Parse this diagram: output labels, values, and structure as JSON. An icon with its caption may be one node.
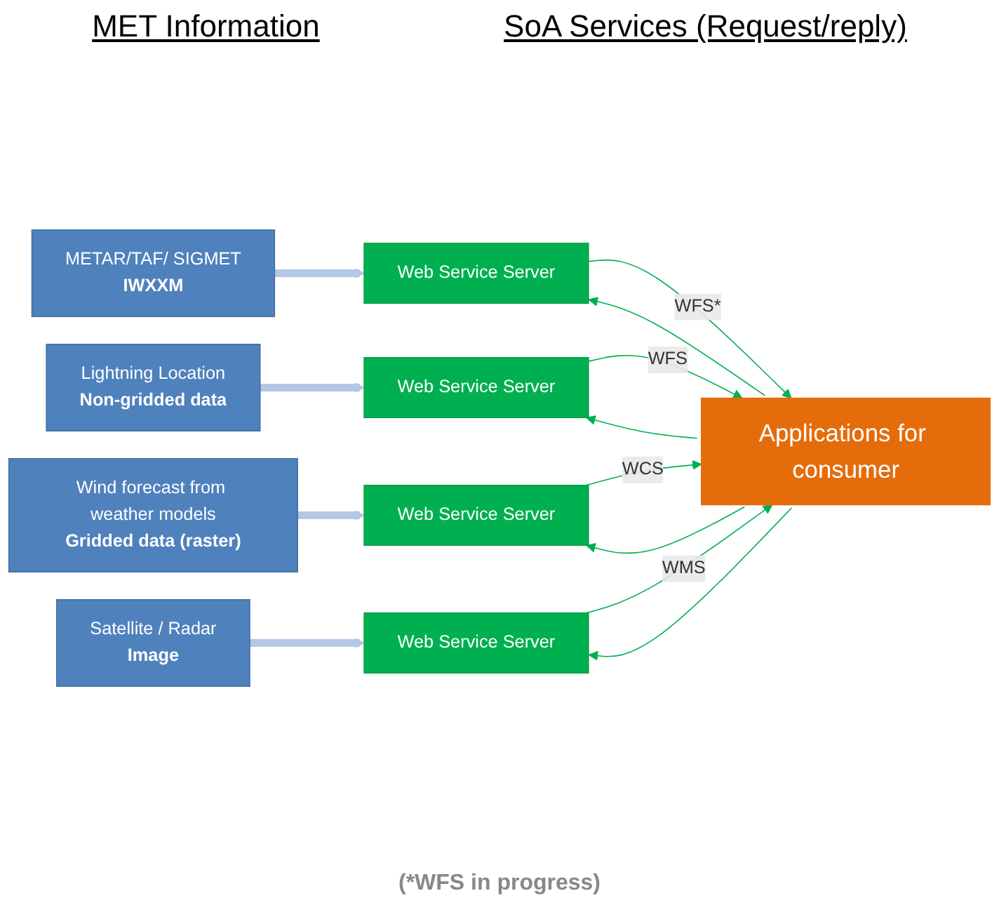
{
  "diagram": {
    "nodes": [
      {
        "text": [
          "METAR/TAF/ SIGMET",
          "IWXXM"
        ]
      },
      {
        "text": [
          "Web Service Server"
        ]
      },
      {
        "text": [
          "Lightning Location",
          "Non-gridded data"
        ]
      },
      {
        "text": [
          "Web Service Server"
        ]
      },
      {
        "text": [
          "Wind forecast from weather models",
          "Gridded data (raster)"
        ]
      },
      {
        "text": [
          "Web Service Server"
        ]
      },
      {
        "text": [
          "Satellite / Radar",
          "Image"
        ]
      },
      {
        "text": [
          "Web Service Server"
        ]
      },
      {
        "text": [
          "Applications for consumer"
        ]
      }
    ],
    "edges": [
      {
        "from": 0,
        "to": 1,
        "arrow": "to",
        "style": "thick",
        "color": "#b4c7e7"
      },
      {
        "from": 1,
        "to": 8,
        "arrow": "to",
        "label": "WFS*"
      },
      {
        "from": 8,
        "to": 1,
        "arrow": "to"
      },
      {
        "from": 2,
        "to": 3,
        "arrow": "to",
        "style": "thick",
        "color": "#b4c7e7"
      },
      {
        "from": 3,
        "to": 8,
        "arrow": "to",
        "label": "WFS"
      },
      {
        "from": 8,
        "to": 3,
        "arrow": "to"
      },
      {
        "from": 4,
        "to": 5,
        "arrow": "to",
        "style": "thick",
        "color": "#b4c7e7"
      },
      {
        "from": 5,
        "to": 8,
        "arrow": "to",
        "label": "WCS"
      },
      {
        "from": 8,
        "to": 5,
        "arrow": "to"
      },
      {
        "from": 6,
        "to": 7,
        "arrow": "to",
        "style": "thick",
        "color": "#b4c7e7"
      },
      {
        "from": 7,
        "to": 8,
        "arrow": "to",
        "label": "WMS"
      },
      {
        "from": 8,
        "to": 7,
        "arrow": "to"
      }
    ],
    "labels": [
      "MET Information",
      "SoA Services (Request/reply)",
      "(*WFS in progress)"
    ]
  }
}
